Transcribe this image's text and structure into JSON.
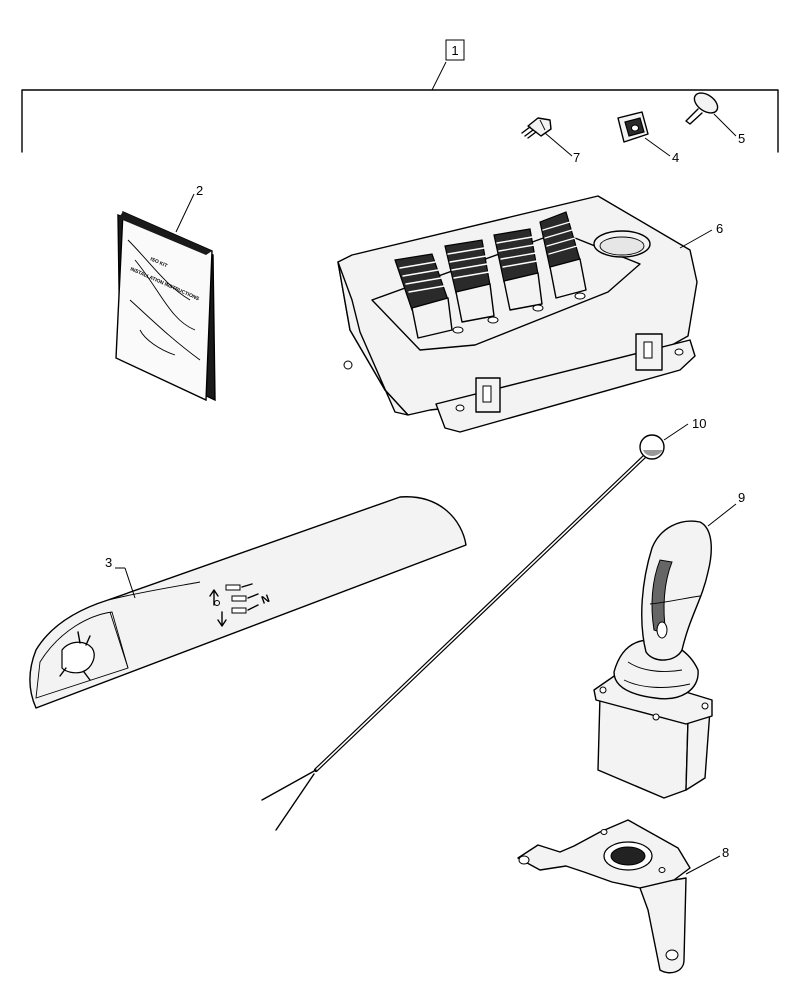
{
  "callouts": {
    "c1": "1",
    "c2": "2",
    "c3": "3",
    "c4": "4",
    "c5": "5",
    "c6": "6",
    "c7": "7",
    "c8": "8",
    "c9": "9",
    "c10": "10"
  },
  "booklet": {
    "line1": "ISO KIT",
    "line2": "INSTALLATION INSTRUCTIONS"
  },
  "decal": {
    "neutral_mark": "N"
  },
  "icons": {
    "rabbit": "rabbit-icon",
    "function_arrows": "arrow-icon"
  }
}
